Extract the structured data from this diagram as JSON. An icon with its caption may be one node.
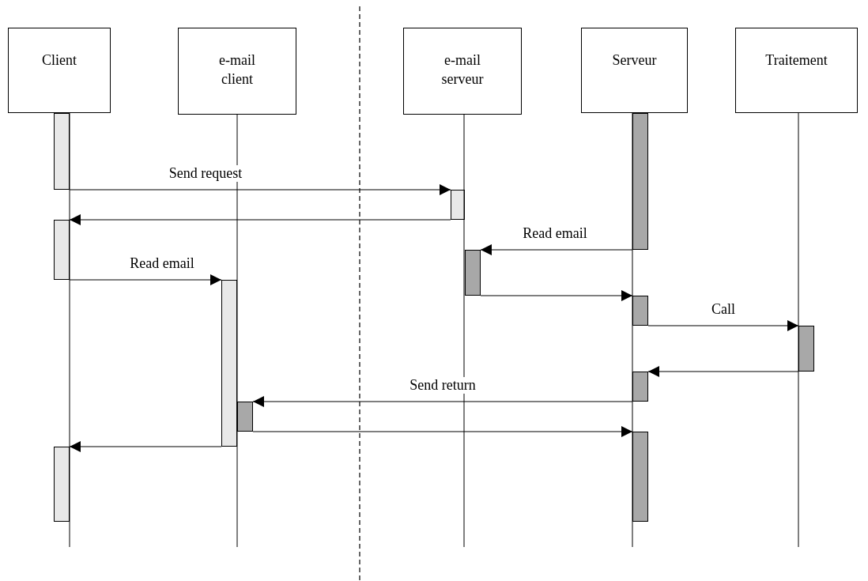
{
  "diagram": {
    "nodes": [
      {
        "text": [
          "Client"
        ]
      },
      {
        "text": [
          "e-mail client"
        ]
      },
      {
        "text": [
          "e-mail serveur"
        ]
      },
      {
        "text": [
          "Serveur"
        ]
      },
      {
        "text": [
          "Traitement"
        ]
      },
      {
        "text": [],
        "shape": "bar"
      },
      {
        "text": [],
        "shape": "bar"
      },
      {
        "text": [],
        "shape": "bar"
      },
      {
        "text": [],
        "shape": "bar"
      },
      {
        "text": [],
        "shape": "bar"
      },
      {
        "text": [],
        "shape": "bar"
      },
      {
        "text": [],
        "shape": "bar"
      },
      {
        "text": [],
        "shape": "bar"
      },
      {
        "text": [],
        "shape": "bar"
      },
      {
        "text": [],
        "shape": "bar"
      },
      {
        "text": [],
        "shape": "bar"
      },
      {
        "text": [],
        "shape": "bar"
      }
    ],
    "edges": [
      {
        "from": 5,
        "to": 7,
        "arrow": "to",
        "label": "Send request"
      },
      {
        "from": 7,
        "to": 8,
        "arrow": "to"
      },
      {
        "from": 6,
        "to": 9,
        "arrow": "to",
        "label": "Read email"
      },
      {
        "from": 8,
        "to": 10,
        "arrow": "to",
        "label": "Read email"
      },
      {
        "from": 9,
        "to": 11,
        "arrow": "to"
      },
      {
        "from": 11,
        "to": 12,
        "arrow": "to",
        "label": "Call"
      },
      {
        "from": 12,
        "to": 13,
        "arrow": "to"
      },
      {
        "from": 13,
        "to": 14,
        "arrow": "to",
        "label": "Send return"
      },
      {
        "from": 14,
        "to": 15,
        "arrow": "to"
      },
      {
        "from": 10,
        "to": 16,
        "arrow": "to"
      },
      {
        "from": 0,
        "to": null,
        "arrow": "none"
      },
      {
        "from": 1,
        "to": null,
        "arrow": "none"
      },
      {
        "from": 2,
        "to": null,
        "arrow": "none"
      },
      {
        "from": 3,
        "to": null,
        "arrow": "none"
      },
      {
        "from": 4,
        "to": null,
        "arrow": "none"
      }
    ]
  }
}
